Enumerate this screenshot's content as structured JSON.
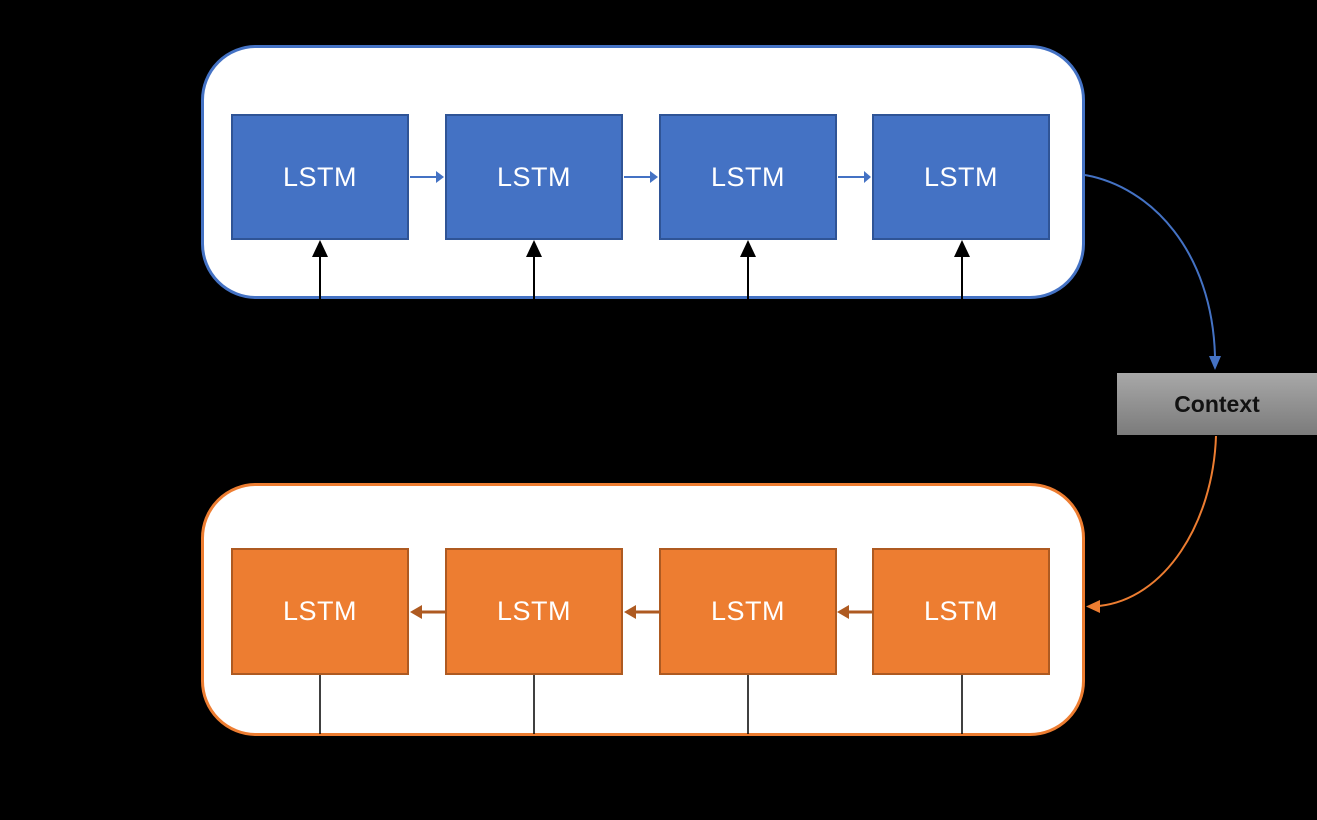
{
  "colors": {
    "bg": "#000000",
    "enc-frame": "#4472C4",
    "enc-fill": "#4472C4",
    "enc-border": "#2F5496",
    "dec-frame": "#ED7D31",
    "dec-fill": "#ED7D31",
    "dec-border": "#AE5A21",
    "line-black": "#000000",
    "ctx-top": "#A8A8A8",
    "ctx-bottom": "#7B7B7B",
    "ctx-text": "#121212",
    "box-text": "#FFFFFF"
  },
  "encoder": {
    "boxes": [
      {
        "label": "LSTM"
      },
      {
        "label": "LSTM"
      },
      {
        "label": "LSTM"
      },
      {
        "label": "LSTM"
      }
    ]
  },
  "decoder": {
    "boxes": [
      {
        "label": "LSTM"
      },
      {
        "label": "LSTM"
      },
      {
        "label": "LSTM"
      },
      {
        "label": "LSTM"
      }
    ]
  },
  "context": {
    "label": "Context"
  }
}
